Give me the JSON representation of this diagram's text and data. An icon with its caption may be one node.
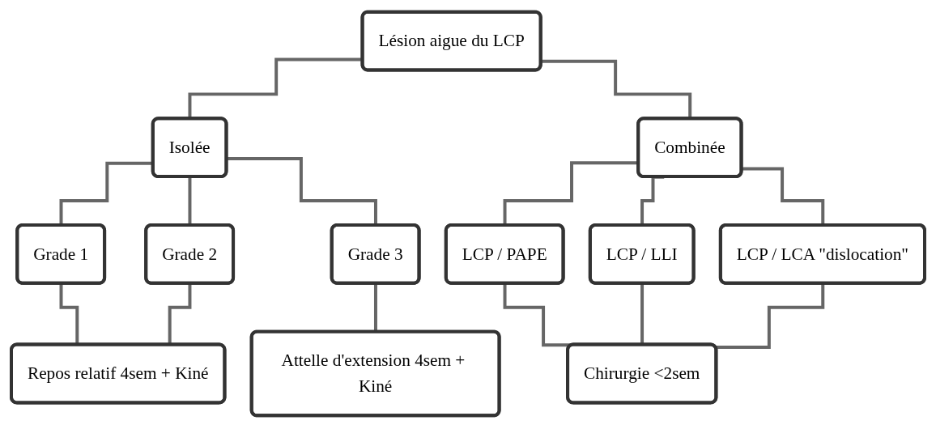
{
  "diagram": {
    "nodes": [
      {
        "text": [
          "Lésion aigue du LCP"
        ]
      },
      {
        "text": [
          "Isolée"
        ]
      },
      {
        "text": [
          "Combinée"
        ]
      },
      {
        "text": [
          "Grade 1"
        ]
      },
      {
        "text": [
          "Grade 2"
        ]
      },
      {
        "text": [
          "Grade 3"
        ]
      },
      {
        "text": [
          "LCP / PAPE"
        ]
      },
      {
        "text": [
          "LCP / LLI"
        ]
      },
      {
        "text": [
          "LCP / LCA \"dislocation\""
        ]
      },
      {
        "text": [
          "Repos relatif 4sem + Kiné"
        ]
      },
      {
        "text": [
          "Attelle d'extension 4sem + Kiné"
        ]
      },
      {
        "text": [
          "Chirurgie <2sem"
        ]
      }
    ],
    "edges": [
      {
        "from": 0,
        "to": 1,
        "arrow": "none"
      },
      {
        "from": 0,
        "to": 2,
        "arrow": "none"
      },
      {
        "from": 1,
        "to": 3,
        "arrow": "none"
      },
      {
        "from": 1,
        "to": 4,
        "arrow": "none"
      },
      {
        "from": 1,
        "to": 5,
        "arrow": "none"
      },
      {
        "from": 2,
        "to": 6,
        "arrow": "none"
      },
      {
        "from": 2,
        "to": 7,
        "arrow": "none"
      },
      {
        "from": 2,
        "to": 8,
        "arrow": "none"
      },
      {
        "from": 3,
        "to": 9,
        "arrow": "none"
      },
      {
        "from": 4,
        "to": 9,
        "arrow": "none"
      },
      {
        "from": 5,
        "to": 10,
        "arrow": "none"
      },
      {
        "from": 6,
        "to": 11,
        "arrow": "none"
      },
      {
        "from": 7,
        "to": 11,
        "arrow": "none"
      },
      {
        "from": 8,
        "to": 11,
        "arrow": "none"
      }
    ]
  }
}
